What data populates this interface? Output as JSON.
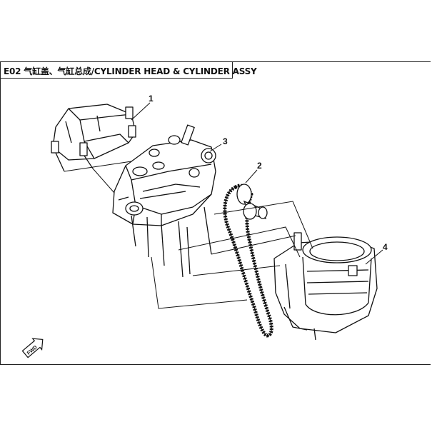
{
  "title": "E02 气缸盖、气缸总成/CYLINDER HEAD & CYLINDER ASSY",
  "callouts": [
    "1",
    "2",
    "3",
    "4"
  ],
  "direction_badge": "FWD",
  "colors": {
    "line": "#111111",
    "frame": "#222222",
    "background": "#ffffff"
  }
}
